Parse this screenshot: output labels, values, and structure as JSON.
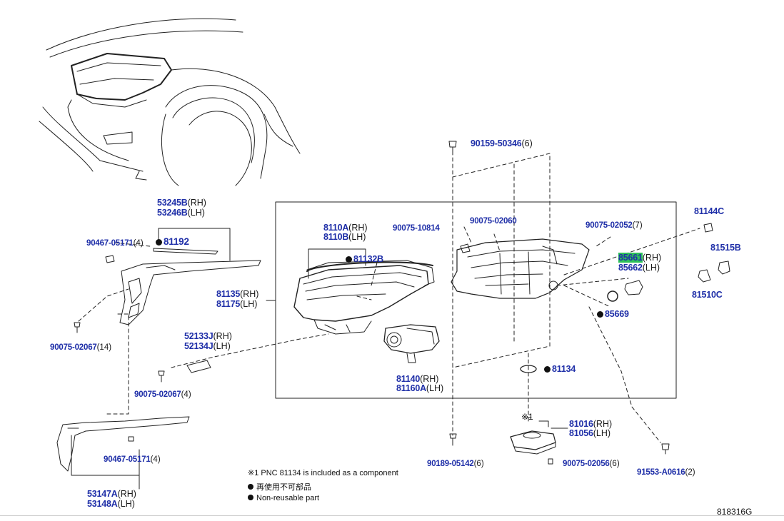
{
  "diagram_code": "818316G",
  "notes": [
    {
      "marker": "※1",
      "text": "PNC 81134 is included as a component"
    },
    {
      "marker": "●",
      "text": "再使用不可部品"
    },
    {
      "marker": "●",
      "text": "Non-reusable part"
    }
  ],
  "callout_marker": "※1",
  "parts": {
    "p90159": {
      "pn": "90159-50346",
      "sfx": "(6)"
    },
    "p53245": {
      "pn": "53245B",
      "sfx": "(RH)"
    },
    "p53246": {
      "pn": "53246B",
      "sfx": "(LH)"
    },
    "p90467a": {
      "pn": "90467-05171",
      "sfx": "(4)"
    },
    "p81192": {
      "pn": "81192"
    },
    "p8110a": {
      "pn": "8110A",
      "sfx": "(RH)"
    },
    "p8110b": {
      "pn": "8110B",
      "sfx": "(LH)"
    },
    "p81132": {
      "pn": "81132B"
    },
    "p90075_10814": {
      "pn": "90075-10814"
    },
    "p90075_02060": {
      "pn": "90075-02060"
    },
    "p90075_02052": {
      "pn": "90075-02052",
      "sfx": "(7)"
    },
    "p81144": {
      "pn": "81144C"
    },
    "p81515": {
      "pn": "81515B"
    },
    "p85661": {
      "pn": "85661",
      "sfx": "(RH)"
    },
    "p85662": {
      "pn": "85662",
      "sfx": "(LH)"
    },
    "p81510": {
      "pn": "81510C"
    },
    "p81135": {
      "pn": "81135",
      "sfx": "(RH)"
    },
    "p81175": {
      "pn": "81175",
      "sfx": "(LH)"
    },
    "p85669": {
      "pn": "85669"
    },
    "p90075_02067a": {
      "pn": "90075-02067",
      "sfx": "(14)"
    },
    "p52133": {
      "pn": "52133J",
      "sfx": "(RH)"
    },
    "p52134": {
      "pn": "52134J",
      "sfx": "(LH)"
    },
    "p81140": {
      "pn": "81140",
      "sfx": "(RH)"
    },
    "p81160": {
      "pn": "81160A",
      "sfx": "(LH)"
    },
    "p81134": {
      "pn": "81134"
    },
    "p90075_02067b": {
      "pn": "90075-02067",
      "sfx": "(4)"
    },
    "p81016": {
      "pn": "81016",
      "sfx": "(RH)"
    },
    "p81056": {
      "pn": "81056",
      "sfx": "(LH)"
    },
    "p90467b": {
      "pn": "90467-05171",
      "sfx": "(4)"
    },
    "p90189": {
      "pn": "90189-05142",
      "sfx": "(6)"
    },
    "p90075_02056": {
      "pn": "90075-02056",
      "sfx": "(6)"
    },
    "p91553": {
      "pn": "91553-A0616",
      "sfx": "(2)"
    },
    "p53147": {
      "pn": "53147A",
      "sfx": "(RH)"
    },
    "p53148": {
      "pn": "53148A",
      "sfx": "(LH)"
    }
  }
}
